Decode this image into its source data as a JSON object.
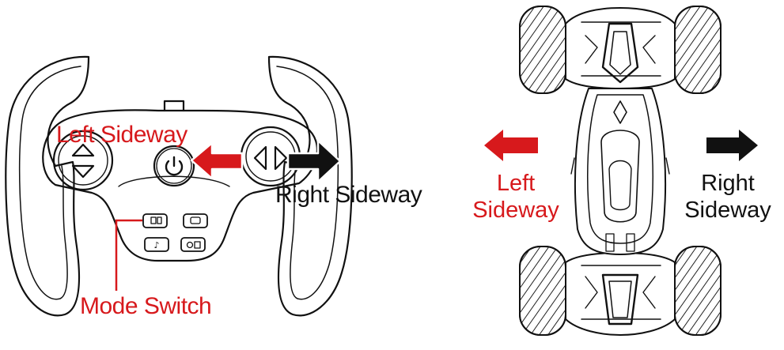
{
  "colors": {
    "accent_red": "#d7191c",
    "ink": "#111111",
    "background": "#ffffff"
  },
  "controller": {
    "left_label": "Left Sideway",
    "right_label": "Right Sideway",
    "mode_label": "Mode Switch",
    "power_icon": "power-icon",
    "left_dpad_icon": "up-down-arrows-icon",
    "right_dpad_icon": "left-right-arrows-icon"
  },
  "car": {
    "left_label_line1": "Left",
    "left_label_line2": "Sideway",
    "right_label_line1": "Right",
    "right_label_line2": "Sideway"
  }
}
